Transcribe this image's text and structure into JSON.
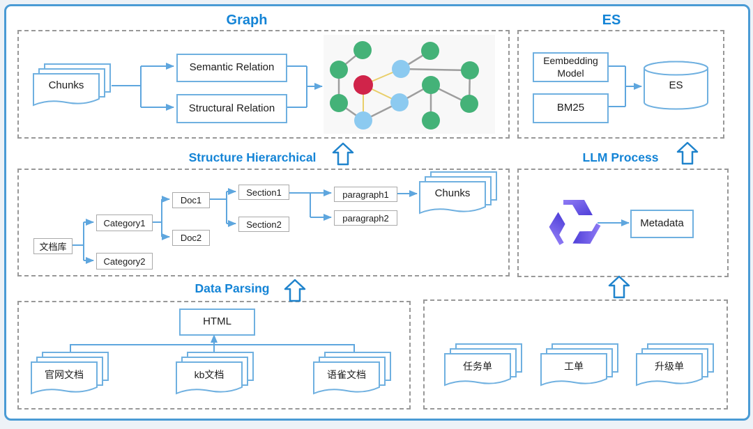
{
  "sections": {
    "graph": {
      "title": "Graph",
      "chunks": "Chunks",
      "semantic": "Semantic Relation",
      "structural": "Structural Relation",
      "illustration": "knowledge-graph of green, blue and one red node connected by gray and yellow edges"
    },
    "es": {
      "title": "ES",
      "embedding": "Eembedding Model",
      "bm25": "BM25",
      "database": "ES"
    },
    "hierarchy": {
      "title": "Structure Hierarchical",
      "root": "文档库",
      "category1": "Category1",
      "category2": "Category2",
      "doc1": "Doc1",
      "doc2": "Doc2",
      "section1": "Section1",
      "section2": "Section2",
      "paragraph1": "paragraph1",
      "paragraph2": "paragraph2",
      "chunks": "Chunks"
    },
    "llm": {
      "title": "LLM Process",
      "metadata": "Metadata",
      "logo": "qwen-llm-logo"
    },
    "data_parsing": {
      "title": "Data Parsing",
      "html": "HTML",
      "sources": [
        "官网文档",
        "kb文档",
        "语雀文档"
      ]
    },
    "tickets": {
      "items": [
        "任务单",
        "工单",
        "升级单"
      ]
    }
  },
  "colors": {
    "title_blue": "#1484d6",
    "line_blue": "#5ea6de",
    "box_border_blue": "#6fb0e0",
    "tree_border_gray": "#a9a9a9",
    "dashed_gray": "#989898",
    "card_border_blue": "#4a9bd5",
    "node_green": "#44b278",
    "node_blue": "#8ccaf0",
    "node_red": "#d0244a",
    "edge_gray": "#9e9e9e",
    "edge_yellow": "#e9cf6a",
    "logo_purple": "#6355e8"
  }
}
